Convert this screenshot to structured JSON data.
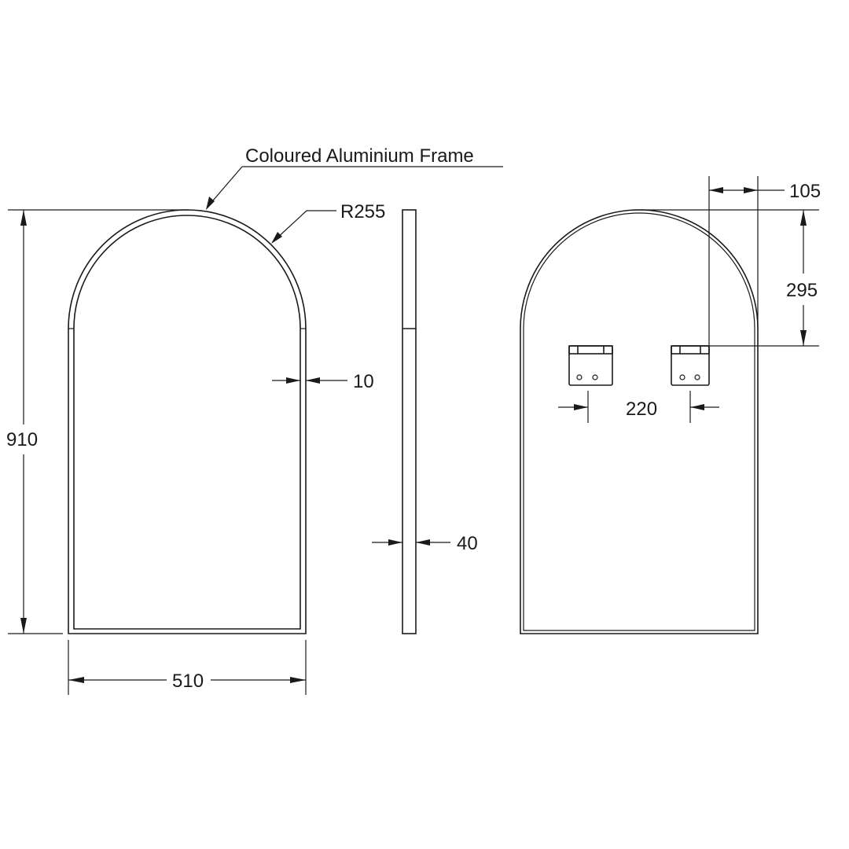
{
  "drawing": {
    "callouts": {
      "frame_label": "Coloured Aluminium Frame",
      "radius_label": "R255"
    },
    "front_view": {
      "height": "910",
      "width": "510",
      "frame_thickness": "10"
    },
    "side_view": {
      "depth": "40"
    },
    "rear_view": {
      "bracket_offset_x": "105",
      "bracket_offset_y": "295",
      "bracket_spacing": "220"
    }
  }
}
